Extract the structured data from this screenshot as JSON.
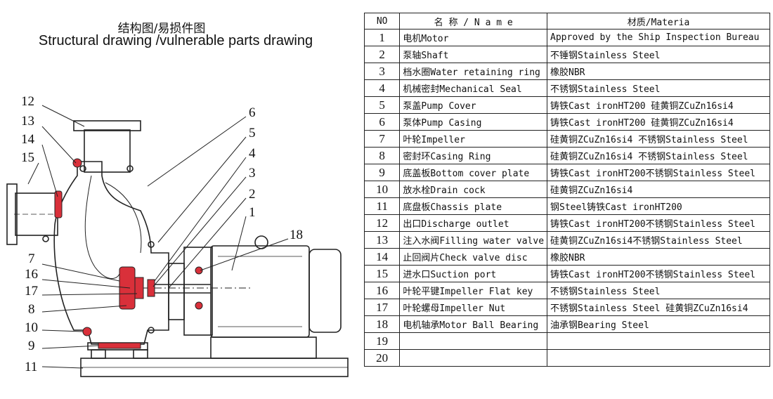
{
  "title": {
    "cn": "结构图/易损件图",
    "en": "Structural drawing /vulnerable parts drawing"
  },
  "callouts": [
    "12",
    "13",
    "14",
    "15",
    "7",
    "16",
    "17",
    "8",
    "10",
    "9",
    "11",
    "6",
    "5",
    "4",
    "3",
    "2",
    "1",
    "18"
  ],
  "table": {
    "headers": {
      "no": "NO",
      "name": "名 称 / N a m e",
      "material": "材质/Materia"
    },
    "rows": [
      {
        "no": "1",
        "name": "电机Motor",
        "material": "Approved by the Ship  Inspection Bureau"
      },
      {
        "no": "2",
        "name": "泵轴Shaft",
        "material": "不锤钢Stainless Steel"
      },
      {
        "no": "3",
        "name": "档水圈Water retaining ring",
        "material": "橡胶NBR"
      },
      {
        "no": "4",
        "name": "机械密封Mechanical Seal",
        "material": "不锈钢Stainless Steel"
      },
      {
        "no": "5",
        "name": "泵盖Pump Cover",
        "material": "铸铁Cast ironHT200    硅黄铜ZCuZn16si4"
      },
      {
        "no": "6",
        "name": "泵体Pump Casing",
        "material": "铸铁Cast ironHT200     硅黄铜ZCuZn16si4"
      },
      {
        "no": "7",
        "name": "叶轮Impeller",
        "material": "硅黄铜ZCuZn16si4  不锈钢Stainless Steel"
      },
      {
        "no": "8",
        "name": "密封环Casing Ring",
        "material": "硅黄铜ZCuZn16si4  不锈钢Stainless Steel"
      },
      {
        "no": "9",
        "name": "底盖板Bottom cover plate",
        "material": "铸铁Cast ironHT200不锈钢Stainless Steel"
      },
      {
        "no": "10",
        "name": "放水栓Drain cock",
        "material": "硅黄铜ZCuZn16si4"
      },
      {
        "no": "11",
        "name": "底盘板Chassis plate",
        "material": "钢Steel铸铁Cast ironHT200"
      },
      {
        "no": "12",
        "name": "出口Discharge outlet",
        "material": "铸铁Cast ironHT200不锈钢Stainless Steel"
      },
      {
        "no": "13",
        "name": "注入水阀Filling water valve",
        "material": "硅黄铜ZCuZn16si4不锈钢Stainless Steel"
      },
      {
        "no": "14",
        "name": "止回阀片Check valve disc",
        "material": "橡胶NBR"
      },
      {
        "no": "15",
        "name": "进水口Suction port",
        "material": "铸铁Cast ironHT200不锈钢Stainless Steel"
      },
      {
        "no": "16",
        "name": "叶轮平键Impeller Flat key",
        "material": "不锈钢Stainless Steel"
      },
      {
        "no": "17",
        "name": "叶轮螺母Impeller Nut",
        "material": "不锈钢Stainless Steel    硅黄铜ZCuZn16si4"
      },
      {
        "no": "18",
        "name": "电机轴承Motor Ball Bearing",
        "material": "油承钢Bearing Steel"
      },
      {
        "no": "19",
        "name": "",
        "material": ""
      },
      {
        "no": "20",
        "name": "",
        "material": ""
      }
    ]
  },
  "colors": {
    "line": "#222222",
    "highlight": "#d9303a",
    "fill": "#eeeeee"
  }
}
